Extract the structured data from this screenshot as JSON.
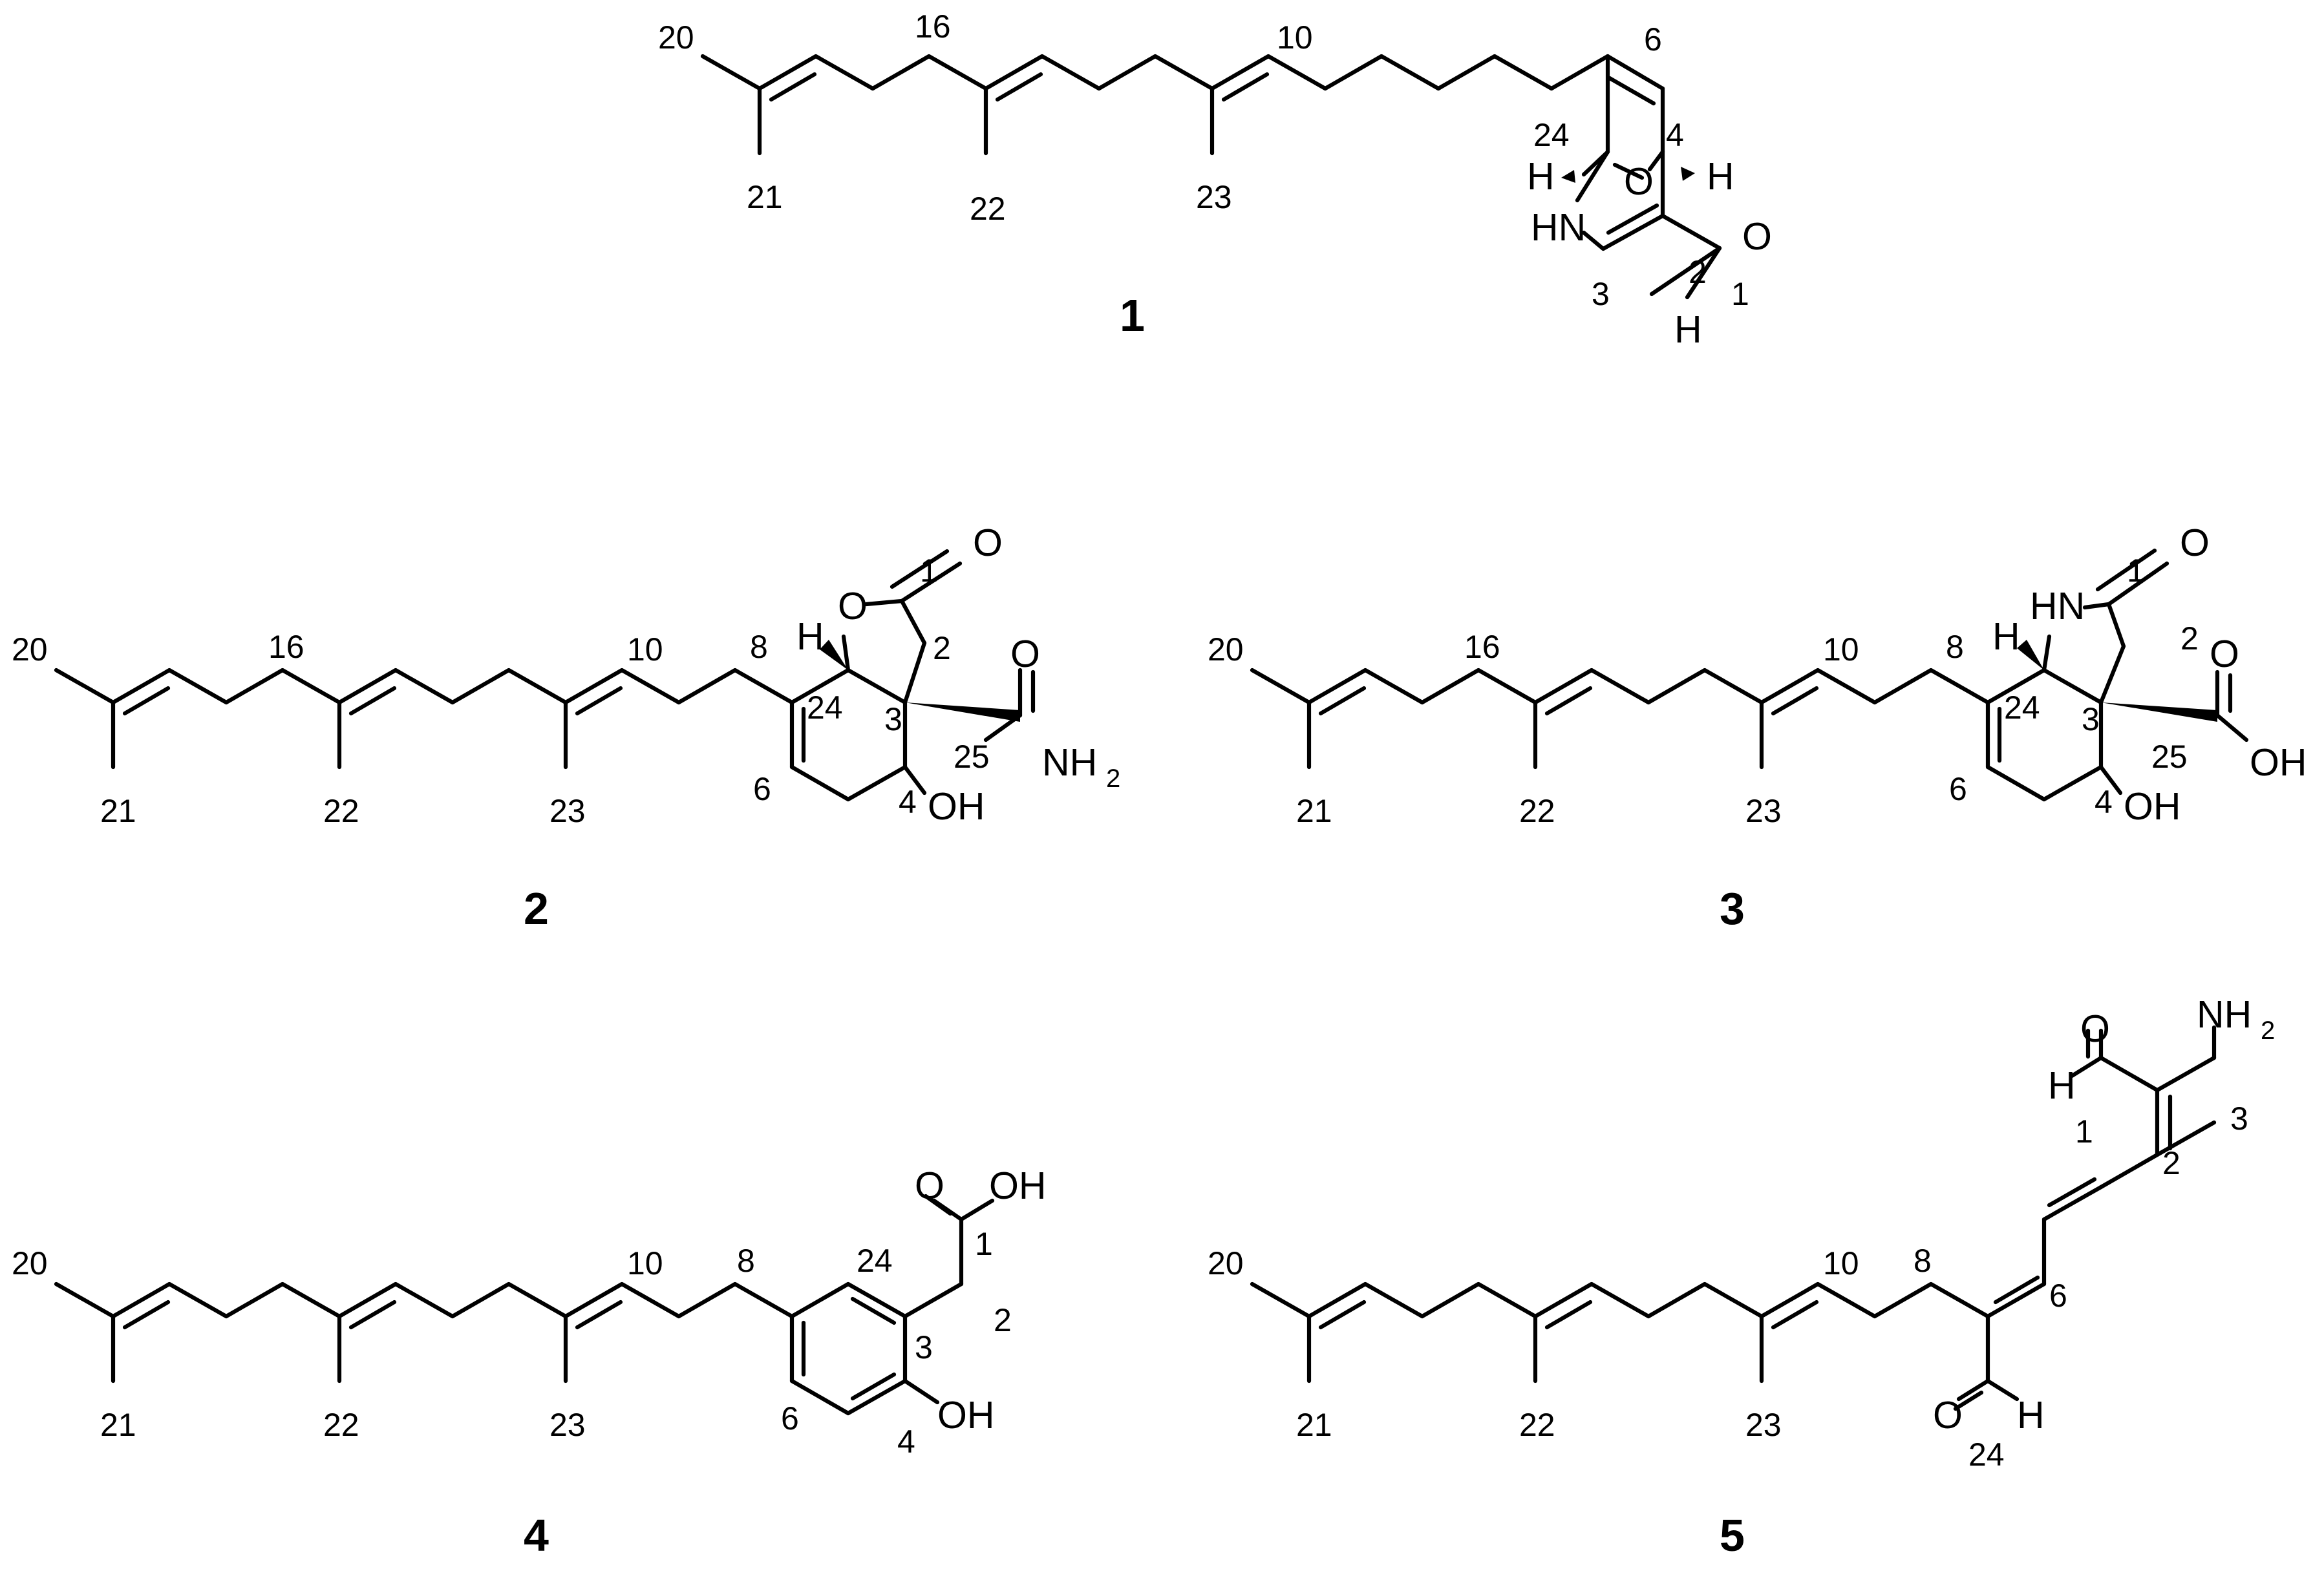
{
  "compounds": [
    {
      "id": "1",
      "atoms": {
        "O_ring": "O",
        "NH": "HN",
        "O_ald": "O",
        "H_24": "H",
        "H_4": "H",
        "H_1": "H"
      },
      "locants": {
        "20": "20",
        "21": "21",
        "16": "16",
        "22": "22",
        "10": "10",
        "23": "23",
        "6": "6",
        "24": "24",
        "4": "4",
        "3": "3",
        "2": "2",
        "1": "1"
      }
    },
    {
      "id": "2",
      "atoms": {
        "O_ring": "O",
        "O_carbonyl": "O",
        "O_amide": "O",
        "N_amide": "NH",
        "N_sub": "2",
        "OH": "OH",
        "H_24": "H"
      },
      "locants": {
        "20": "20",
        "21": "21",
        "16": "16",
        "22": "22",
        "10": "10",
        "23": "23",
        "8": "8",
        "1": "1",
        "2": "2",
        "24": "24",
        "3": "3",
        "6": "6",
        "25": "25",
        "4": "4"
      }
    },
    {
      "id": "3",
      "atoms": {
        "NH_ring": "HN",
        "O_carbonyl": "O",
        "O_acid": "O",
        "OH_acid": "OH",
        "OH": "OH",
        "H_24": "H"
      },
      "locants": {
        "20": "20",
        "21": "21",
        "16": "16",
        "22": "22",
        "10": "10",
        "23": "23",
        "8": "8",
        "1": "1",
        "2": "2",
        "24": "24",
        "3": "3",
        "6": "6",
        "25": "25",
        "4": "4"
      }
    },
    {
      "id": "4",
      "atoms": {
        "O_carbonyl": "O",
        "OH_acid": "OH",
        "OH_phenol": "OH"
      },
      "locants": {
        "20": "20",
        "21": "21",
        "22": "22",
        "10": "10",
        "23": "23",
        "8": "8",
        "24": "24",
        "1": "1",
        "2": "2",
        "3": "3",
        "6": "6",
        "4": "4"
      }
    },
    {
      "id": "5",
      "atoms": {
        "O_1": "O",
        "NH": "NH",
        "N_sub": "2",
        "H_1": "H",
        "O_24": "O",
        "H_24": "H"
      },
      "locants": {
        "20": "20",
        "21": "21",
        "22": "22",
        "10": "10",
        "23": "23",
        "8": "8",
        "1": "1",
        "2": "2",
        "3": "3",
        "6": "6",
        "24": "24"
      }
    }
  ]
}
